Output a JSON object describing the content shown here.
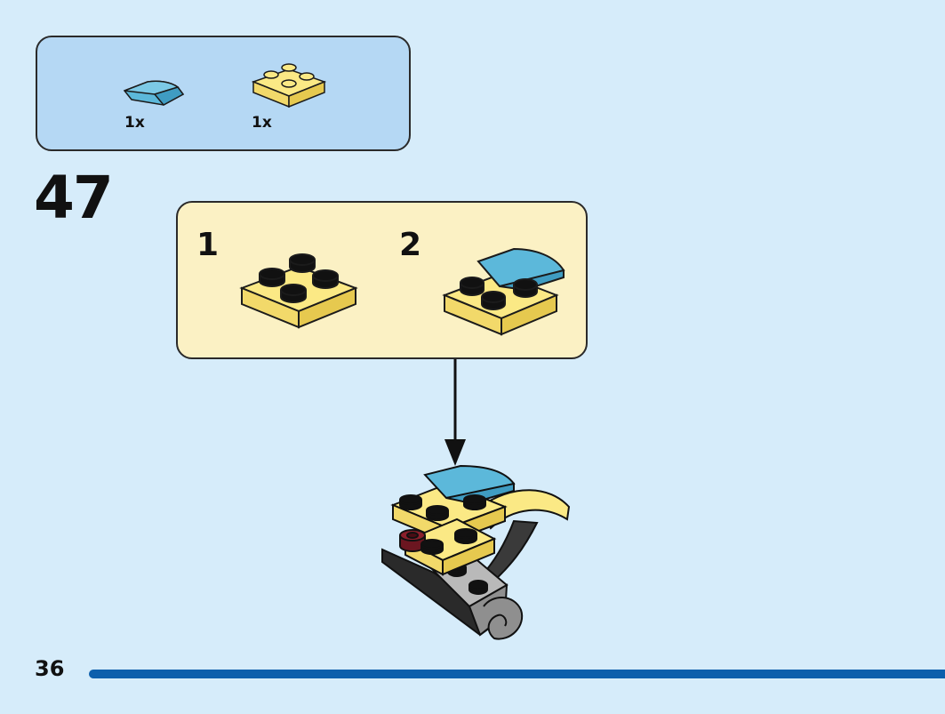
{
  "parts_list": {
    "items": [
      {
        "icon": "blue-curved-slope-1x2-icon",
        "quantity": "1x"
      },
      {
        "icon": "yellow-plate-2x2-icon",
        "quantity": "1x"
      }
    ]
  },
  "step": {
    "number": "47"
  },
  "sub_assembly": {
    "steps": [
      {
        "number": "1"
      },
      {
        "number": "2"
      }
    ]
  },
  "colors": {
    "background": "#d6ecfa",
    "parts_box": "#b5d8f4",
    "sub_box": "#fbf1c4",
    "yellow_brick": "#fbe985",
    "blue_brick": "#5cb8da",
    "page_bar": "#0c5fac"
  },
  "page": {
    "number": "36"
  }
}
